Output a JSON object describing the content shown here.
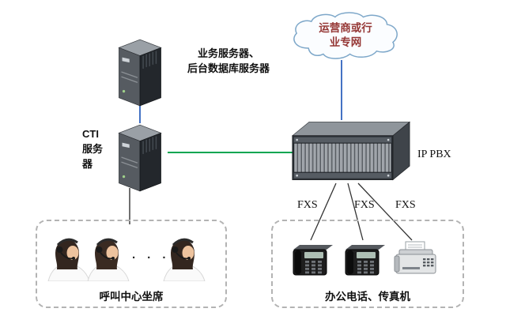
{
  "diagram": {
    "cloud": {
      "line1": "运营商或行",
      "line2": "业专网"
    },
    "app_server": {
      "label_line1": "业务服务器、",
      "label_line2": "后台数据库服务器"
    },
    "cti_server": {
      "label_line1": "CTI",
      "label_line2": "服务",
      "label_line3": "器"
    },
    "pbx": {
      "label": "IP PBX"
    },
    "fxs": [
      "FXS",
      "FXS",
      "FXS"
    ],
    "callcenter": {
      "label": "呼叫中心坐席",
      "dots": "· · ·"
    },
    "office": {
      "label": "办公电话、传真机"
    }
  },
  "colors": {
    "blue_link": "#4472c4",
    "green_link": "#00a651",
    "black_link": "#333333",
    "cloud_text": "#953735",
    "dashed_border": "#b3b3b3"
  }
}
